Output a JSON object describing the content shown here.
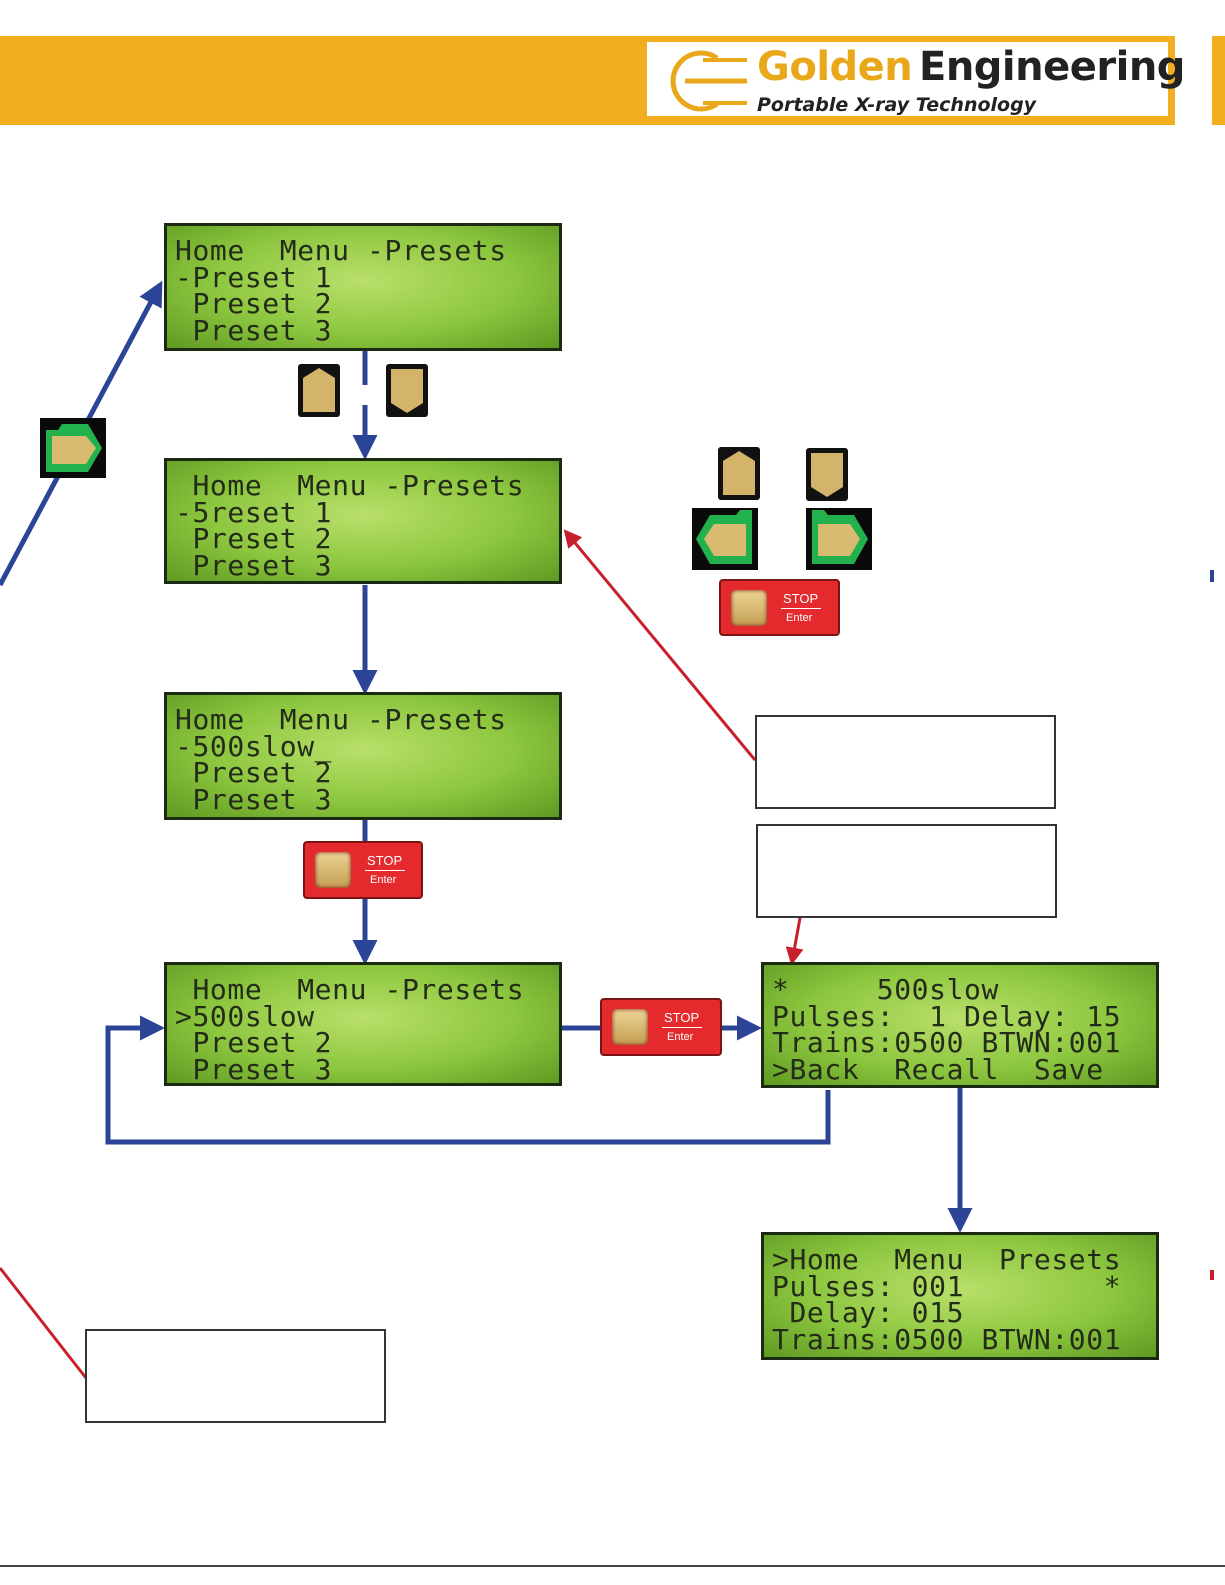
{
  "header": {
    "brand_word1": "Golden",
    "brand_word2": "Engineering",
    "tagline": "Portable X-ray Technology",
    "accent_color": "#f2ae1f"
  },
  "screens": {
    "screen1": [
      "Home  Menu -Presets",
      "-Preset 1",
      " Preset 2",
      " Preset 3"
    ],
    "screen2": [
      " Home  Menu -Presets",
      "-5reset 1",
      " Preset 2",
      " Preset 3"
    ],
    "screen3": [
      "Home  Menu -Presets",
      "-500slow_",
      " Preset 2",
      " Preset 3"
    ],
    "screen4": [
      " Home  Menu -Presets",
      ">500slow",
      " Preset 2",
      " Preset 3"
    ],
    "screen5": [
      "*     500slow",
      "Pulses:  1 Delay: 15",
      "Trains:0500 BTWN:001",
      ">Back  Recall  Save"
    ],
    "screen6": [
      ">Home  Menu  Presets",
      "Pulses: 001        *",
      " Delay: 015",
      "Trains:0500 BTWN:001"
    ]
  },
  "buttons": {
    "stop_label": "STOP",
    "enter_label": "Enter",
    "icons": [
      "up-key-icon",
      "down-key-icon",
      "left-key-icon",
      "right-key-icon",
      "stop-enter-key-icon"
    ]
  },
  "colors": {
    "flow_arrow": "#2b4495",
    "callout_line": "#c8202b",
    "lcd_green": "#8dc63f"
  }
}
